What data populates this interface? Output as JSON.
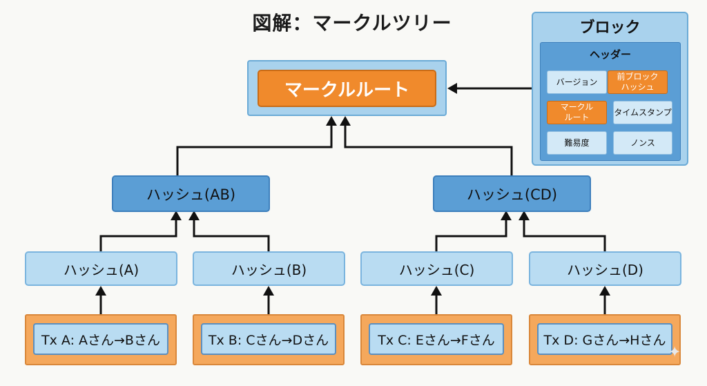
{
  "title": "図解：マークルツリー",
  "root": {
    "label": "マークルルート"
  },
  "level1": [
    {
      "label": "ハッシュ(AB)"
    },
    {
      "label": "ハッシュ(CD)"
    }
  ],
  "leaves": [
    {
      "label": "ハッシュ(A)"
    },
    {
      "label": "ハッシュ(B)"
    },
    {
      "label": "ハッシュ(C)"
    },
    {
      "label": "ハッシュ(D)"
    }
  ],
  "transactions": [
    {
      "label": "Tx A: Aさん→Bさん"
    },
    {
      "label": "Tx B: Cさん→Dさん"
    },
    {
      "label": "Tx C: Eさん→Fさん"
    },
    {
      "label": "Tx D: Gさん→Hさん"
    }
  ],
  "block": {
    "title": "ブロック",
    "header": {
      "title": "ヘッダー",
      "fields": {
        "version": "バージョン",
        "prev_hash_1": "前ブロック",
        "prev_hash_2": "ハッシュ",
        "merkle_root_1": "マークル",
        "merkle_root_2": "ルート",
        "timestamp": "タイムスタンプ",
        "difficulty": "難易度",
        "nonce": "ノンス"
      }
    }
  },
  "colors": {
    "orange": "#f08a2c",
    "dark_blue": "#5b9ed5",
    "light_blue": "#b9dcf2",
    "panel_blue": "#a9d2ed",
    "arrow": "#111111"
  }
}
